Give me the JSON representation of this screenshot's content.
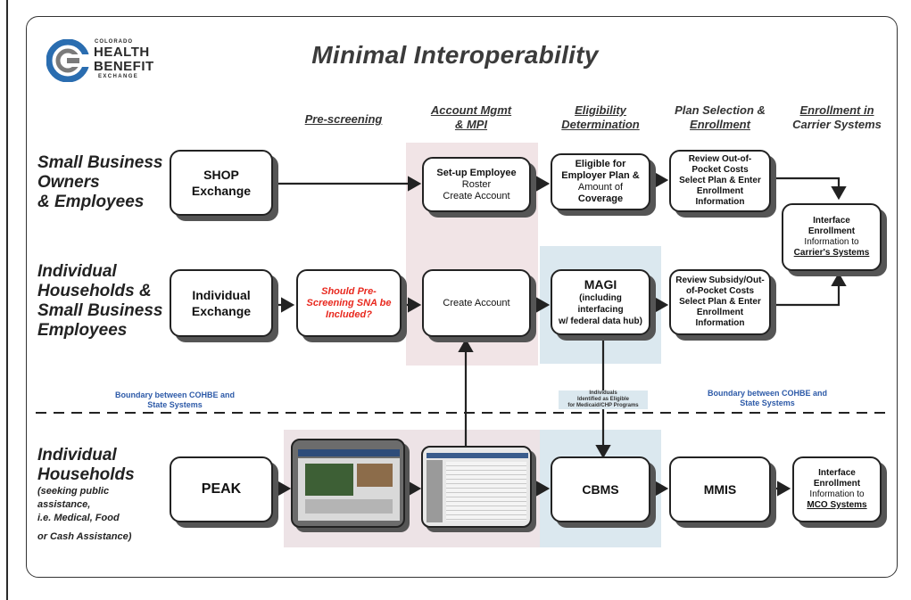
{
  "title": "Minimal Interoperability",
  "logo": {
    "line1": "COLORADO",
    "line2": "HEALTH",
    "line3": "BENEFIT",
    "line4": "EXCHANGE"
  },
  "columns": {
    "prescreening": "Pre-screening",
    "account_line1": "Account Mgmt",
    "account_line2": "& MPI",
    "eligibility_line1": "Eligibility",
    "eligibility_line2": "Determination",
    "plan_line1": "Plan Selection &",
    "plan_line2": "Enrollment",
    "carrier_line1": "Enrollment in",
    "carrier_line2": "Carrier Systems"
  },
  "rows": {
    "r1_line1": "Small Business",
    "r1_line2": "Owners",
    "r1_line3": "& Employees",
    "r2_line1": "Individual",
    "r2_line2": "Households &",
    "r2_line3": "Small Business",
    "r2_line4": "Employees",
    "r3_line1": "Individual",
    "r3_line2": "Households",
    "r3_sub1": "(seeking public",
    "r3_sub2": "assistance,",
    "r3_sub3": "i.e. Medical, Food",
    "r3_sub4": "or Cash Assistance)"
  },
  "boxes": {
    "shop_line1": "SHOP",
    "shop_line2": "Exchange",
    "setup_line1": "Set-up Employee",
    "setup_line2": "Roster",
    "setup_line3": "Create Account",
    "elig_line1": "Eligible for",
    "elig_line2": "Employer Plan &",
    "elig_line3": "Amount of",
    "elig_line4": "Coverage",
    "review1_line1": "Review Out-of-",
    "review1_line2": "Pocket Costs",
    "review1_line3": "Select Plan & Enter",
    "review1_line4": "Enrollment",
    "review1_line5": "Information",
    "interface1_line1": "Interface",
    "interface1_line2": "Enrollment",
    "interface1_line3": "Information to",
    "interface1_line4": "Carrier's Systems",
    "ind_line1": "Individual",
    "ind_line2": "Exchange",
    "prescreen_line1": "Should Pre-",
    "prescreen_line2": "Screening SNA be",
    "prescreen_line3": "Included?",
    "create": "Create Account",
    "magi_line1": "MAGI",
    "magi_line2": "(including interfacing",
    "magi_line3": "w/ federal data hub)",
    "review2_line1": "Review Subsidy/Out-",
    "review2_line2": "of-Pocket Costs",
    "review2_line3": "Select Plan & Enter",
    "review2_line4": "Enrollment",
    "review2_line5": "Information",
    "peak": "PEAK",
    "cbms": "CBMS",
    "mmis": "MMIS",
    "interface2_line1": "Interface",
    "interface2_line2": "Enrollment",
    "interface2_line3": "Information to",
    "interface2_line4": "MCO Systems"
  },
  "boundary_left_line1": "Boundary between COHBE and",
  "boundary_left_line2": "State Systems",
  "boundary_right_line1": "Boundary between COHBE and",
  "boundary_right_line2": "State Systems",
  "arrow_note_line1": "Individuals",
  "arrow_note_line2": "Identified as Eligible",
  "arrow_note_line3": "for Medicaid/CHP Programs",
  "colors": {
    "pink_shade": "#f1e4e6",
    "blue_shade": "#dbe8ef",
    "red_text": "#e8291f",
    "boundary_blue": "#2d5aa8"
  }
}
